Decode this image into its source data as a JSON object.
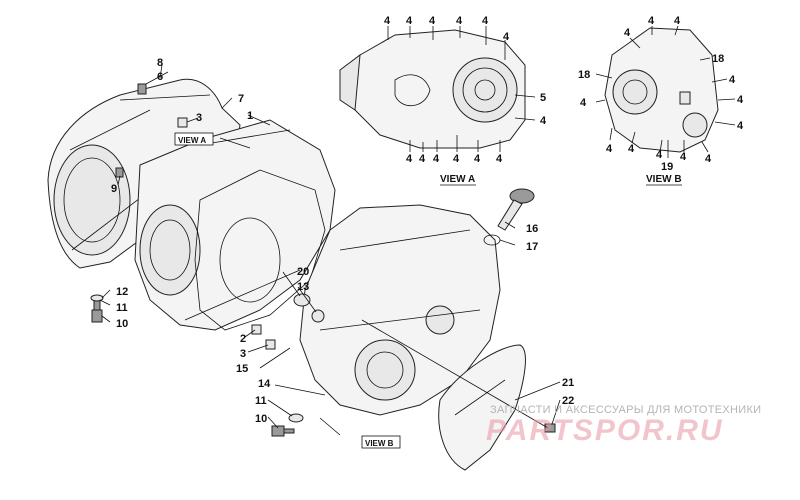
{
  "labels": {
    "p1": "1",
    "p2": "2",
    "p3a": "3",
    "p3b": "3",
    "p5": "5",
    "p6": "6",
    "p7": "7",
    "p8": "8",
    "p9": "9",
    "p10a": "10",
    "p10b": "10",
    "p11a": "11",
    "p11b": "11",
    "p12": "12",
    "p13": "13",
    "p14": "14",
    "p15": "15",
    "p16": "16",
    "p17": "17",
    "p18a": "18",
    "p18b": "18",
    "p19": "19",
    "p20": "20",
    "p21": "21",
    "p22": "22",
    "four": "4"
  },
  "captions": {
    "view_a": "VIEW A",
    "view_b": "VIEW B",
    "view_a_tag": "VIEW A",
    "view_b_tag": "VIEW B"
  },
  "watermark": {
    "top": "ЗАПЧАСТИ И АКСЕССУАРЫ ДЛЯ МОТОТЕХНИКИ",
    "main": "PARTSPOR.RU"
  }
}
